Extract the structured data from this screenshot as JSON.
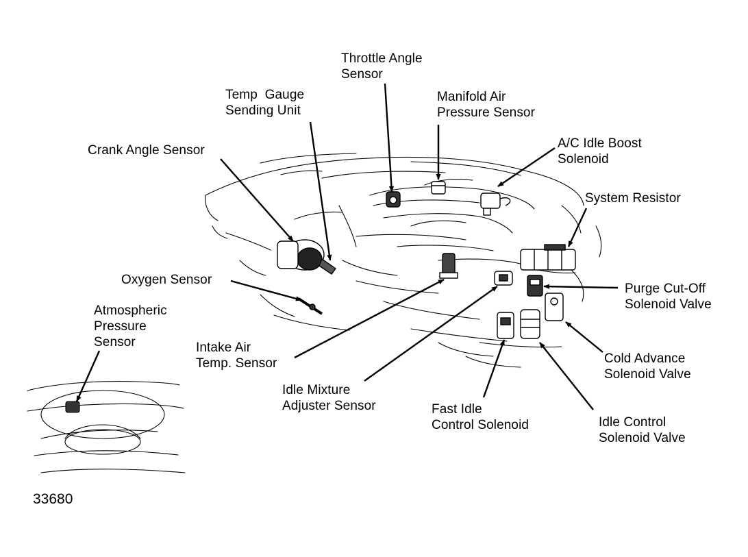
{
  "figure_number": "33680",
  "labels": {
    "throttle_angle_sensor": [
      "Throttle Angle",
      "Sensor"
    ],
    "temp_gauge_sending_unit": [
      "Temp  Gauge",
      "Sending Unit"
    ],
    "manifold_air_pressure_sensor": [
      "Manifold Air",
      "Pressure Sensor"
    ],
    "ac_idle_boost_solenoid": [
      "A/C Idle Boost",
      "Solenoid"
    ],
    "crank_angle_sensor": [
      "Crank Angle Sensor"
    ],
    "system_resistor": [
      "System Resistor"
    ],
    "oxygen_sensor": [
      "Oxygen Sensor"
    ],
    "purge_cut_off_solenoid_valve": [
      "Purge Cut-Off",
      "Solenoid Valve"
    ],
    "atmospheric_pressure_sensor": [
      "Atmospheric",
      "Pressure",
      "Sensor"
    ],
    "intake_air_temp_sensor": [
      "Intake Air",
      "Temp. Sensor"
    ],
    "cold_advance_solenoid_valve": [
      "Cold Advance",
      "Solenoid Valve"
    ],
    "idle_mixture_adjuster_sensor": [
      "Idle Mixture",
      "Adjuster Sensor"
    ],
    "fast_idle_control_solenoid": [
      "Fast Idle",
      "Control Solenoid"
    ],
    "idle_control_solenoid_valve": [
      "Idle Control",
      "Solenoid Valve"
    ]
  },
  "colors": {
    "ink": "#000000",
    "paper": "#ffffff"
  }
}
